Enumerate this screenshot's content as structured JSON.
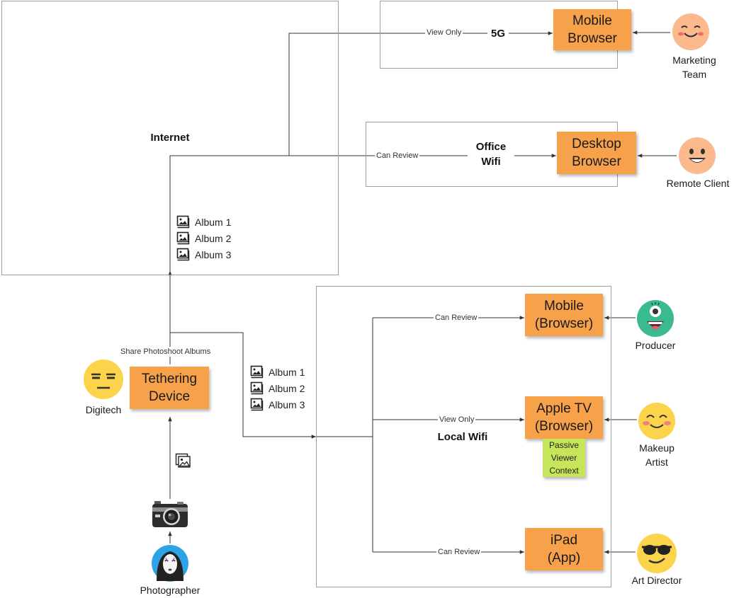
{
  "frames": {
    "internet": "Internet",
    "fiveg": "5G",
    "office_wifi": "Office\nWifi",
    "local_wifi": "Local Wifi"
  },
  "nodes": {
    "mobile_browser_5g": "Mobile\nBrowser",
    "desktop_browser": "Desktop\nBrowser",
    "tethering_device": "Tethering\nDevice",
    "mobile_browser_local": "Mobile\n(Browser)",
    "apple_tv": "Apple TV\n(Browser)",
    "ipad": "iPad\n(App)",
    "passive_note": "Passive\nViewer\nContext"
  },
  "connections": {
    "view_only_5g": "View Only",
    "can_review_office": "Can Review",
    "share_albums": "Share Photoshoot Albums",
    "can_review_mobile": "Can Review",
    "view_only_appletv": "View Only",
    "can_review_ipad": "Can Review"
  },
  "albums_internet": [
    "Album 1",
    "Album 2",
    "Album 3"
  ],
  "albums_local": [
    "Album 1",
    "Album 2",
    "Album 3"
  ],
  "people": {
    "marketing": "Marketing\nTeam",
    "remote_client": "Remote Client",
    "digitech": "Digitech",
    "photographer": "Photographer",
    "producer": "Producer",
    "makeup_artist": "Makeup\nArtist",
    "art_director": "Art Director"
  },
  "icons": {
    "camera": "camera-icon",
    "photos": "photos-icon",
    "album": "album-icon"
  },
  "colors": {
    "sticky_orange": "#f7a24a",
    "sticky_green": "#c7e55b",
    "emoji_yellow": "#fcd44c",
    "emoji_peach": "#fbb98d",
    "emoji_teal": "#3cba8f",
    "avatar_blue": "#2ea3e8",
    "line": "#333333",
    "frame_border": "#a0a0a0"
  }
}
